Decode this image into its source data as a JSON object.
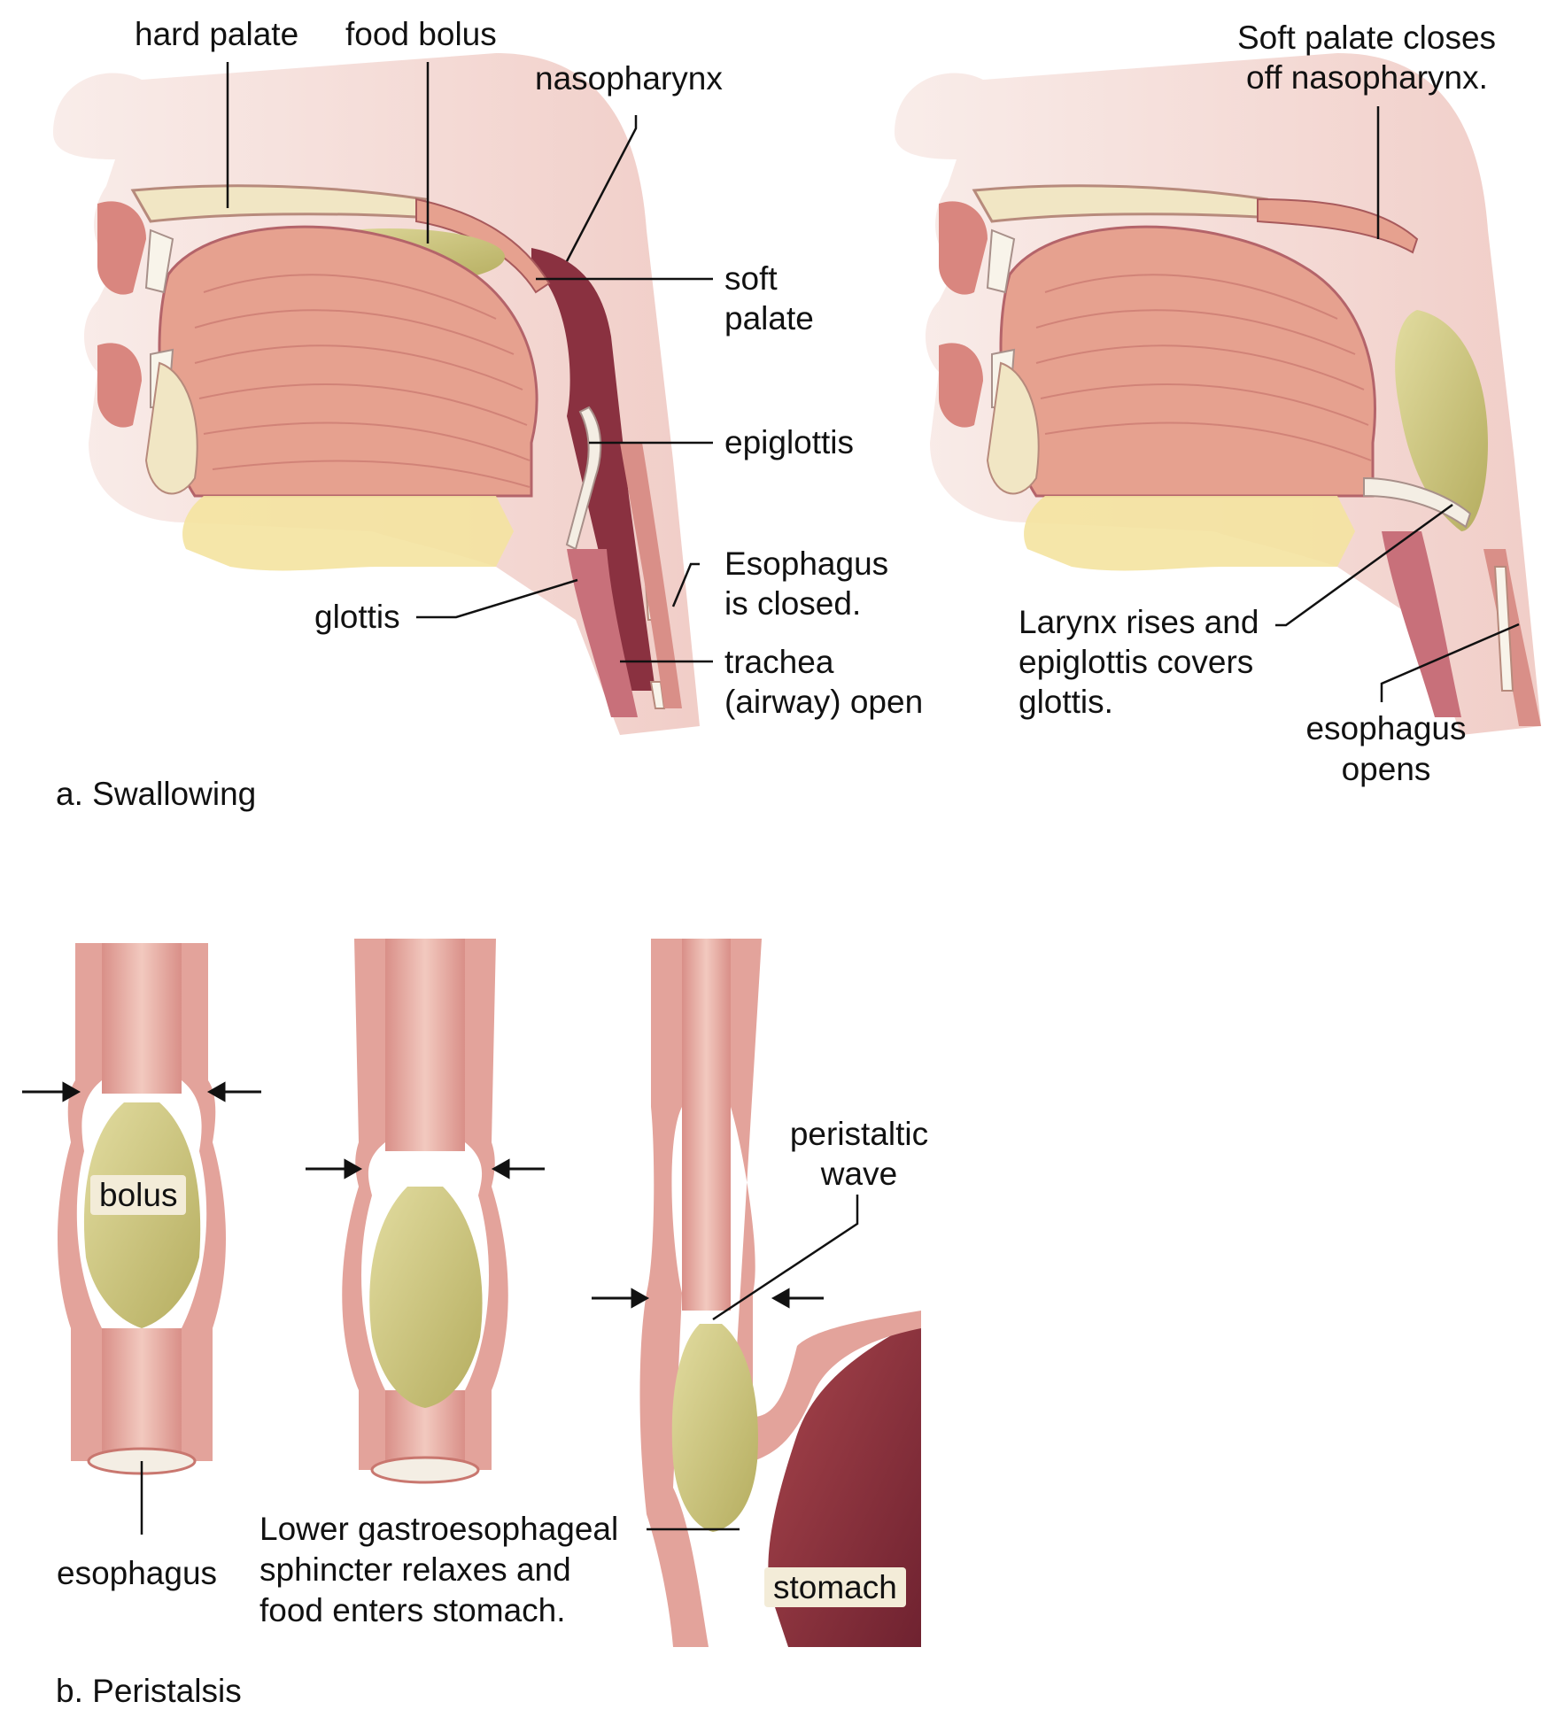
{
  "swallowing": {
    "caption": "a. Swallowing",
    "before": {
      "hard_palate": "hard palate",
      "food_bolus": "food bolus",
      "nasopharynx": "nasopharynx",
      "soft_palate": [
        "soft",
        "palate"
      ],
      "epiglottis": "epiglottis",
      "esophagus_closed": [
        "Esophagus",
        "is closed."
      ],
      "glottis": "glottis",
      "trachea": [
        "trachea",
        "(airway) open"
      ]
    },
    "after": {
      "soft_palate_closes": [
        "Soft palate closes",
        "off nasopharynx."
      ],
      "larynx_rises": [
        "Larynx rises and",
        "epiglottis covers",
        "glottis."
      ],
      "esophagus_opens": [
        "esophagus",
        "opens"
      ]
    }
  },
  "peristalsis": {
    "caption": "b. Peristalsis",
    "bolus": "bolus",
    "esophagus": "esophagus",
    "peristaltic_wave": [
      "peristaltic",
      "wave"
    ],
    "sphincter": [
      "Lower gastroesophageal",
      "sphincter relaxes and",
      "food enters stomach."
    ],
    "stomach": "stomach"
  },
  "colors": {
    "tissue": "#e8a59a",
    "tissue_dark": "#b8555a",
    "muscle": "#e6a18f",
    "bone": "#f1e6c4",
    "fat": "#f4e3a0",
    "bolus": "#c9c27a",
    "lumen": "#e9c1b6",
    "cavity": "#8a3140"
  }
}
